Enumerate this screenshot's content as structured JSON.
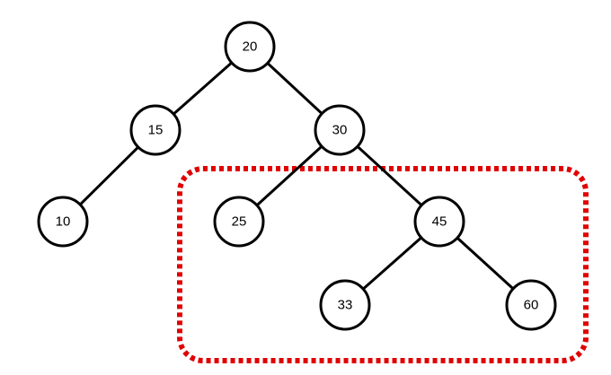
{
  "tree": {
    "nodes": [
      {
        "id": "n20",
        "label": "20"
      },
      {
        "id": "n15",
        "label": "15"
      },
      {
        "id": "n30",
        "label": "30"
      },
      {
        "id": "n10",
        "label": "10"
      },
      {
        "id": "n25",
        "label": "25"
      },
      {
        "id": "n45",
        "label": "45"
      },
      {
        "id": "n33",
        "label": "33"
      },
      {
        "id": "n60",
        "label": "60"
      }
    ],
    "edges": [
      {
        "from": "n20",
        "to": "n15"
      },
      {
        "from": "n20",
        "to": "n30"
      },
      {
        "from": "n15",
        "to": "n10"
      },
      {
        "from": "n30",
        "to": "n25"
      },
      {
        "from": "n30",
        "to": "n45"
      },
      {
        "from": "n45",
        "to": "n33"
      },
      {
        "from": "n45",
        "to": "n60"
      }
    ]
  },
  "highlight": {
    "color": "#e00000",
    "style": "dotted",
    "encloses": [
      "n25",
      "n45",
      "n33",
      "n60"
    ]
  },
  "colors": {
    "node_stroke": "#000000",
    "node_fill": "#ffffff",
    "edge": "#000000",
    "highlight": "#e00000"
  }
}
